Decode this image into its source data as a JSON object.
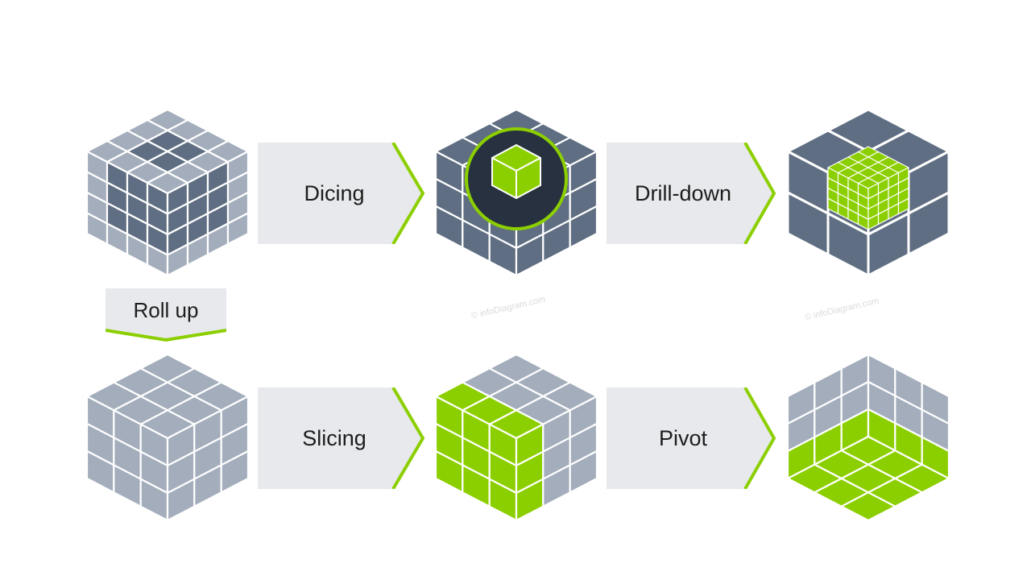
{
  "colors": {
    "dark": "#5f6e82",
    "light": "#a3adbb",
    "accent": "#8ccf00",
    "arrow_fill": "#e7e9ec",
    "ring": "#27313f"
  },
  "operations": {
    "dicing": "Dicing",
    "drill_down": "Drill-down",
    "roll_up": "Roll up",
    "slicing": "Slicing",
    "pivot": "Pivot"
  },
  "watermark": "© infoDiagram.com"
}
